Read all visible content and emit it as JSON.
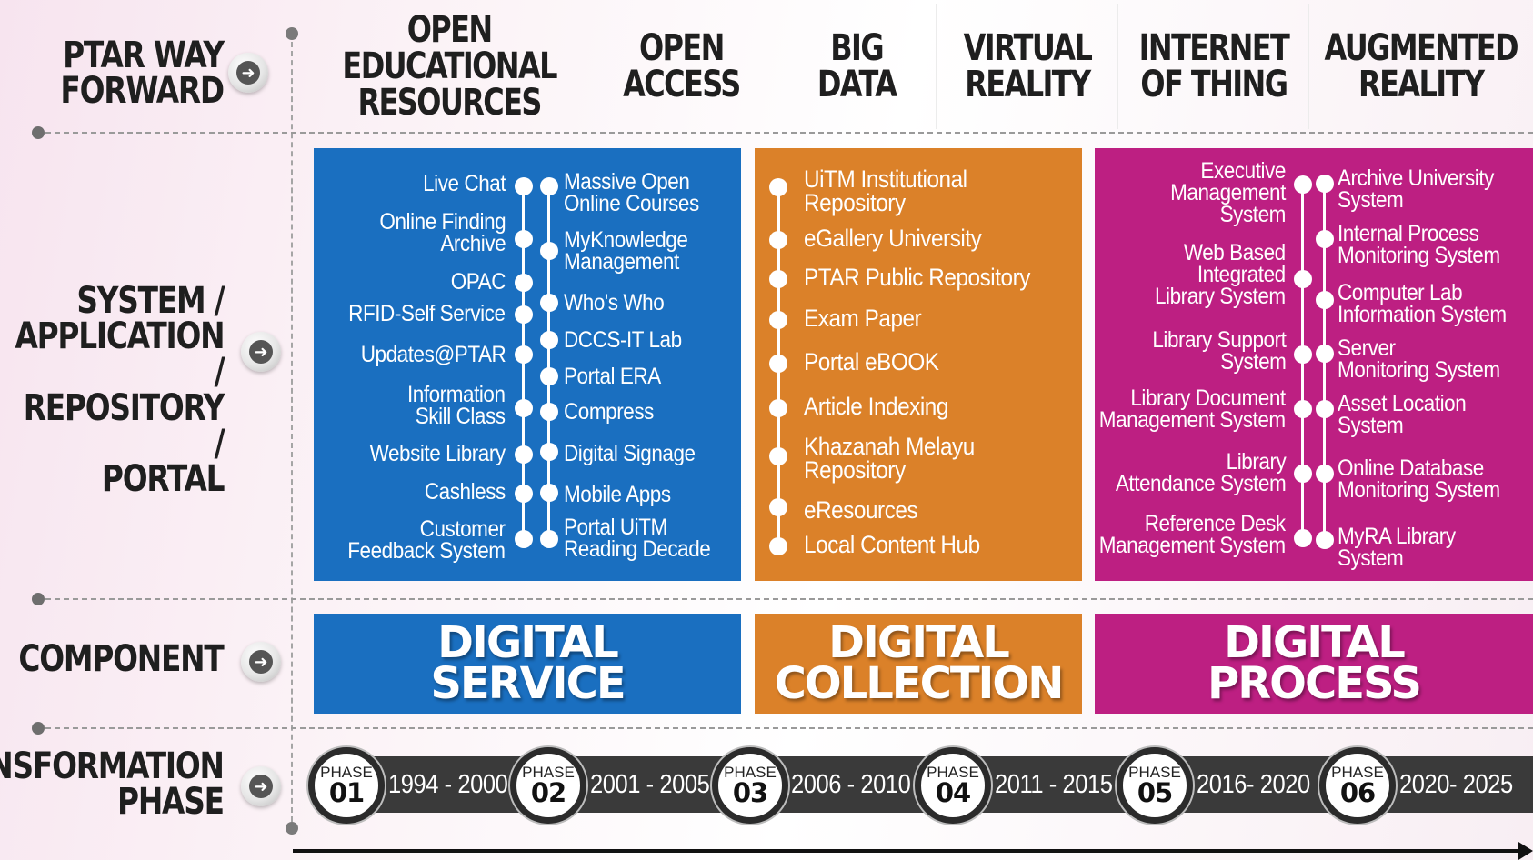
{
  "row_labels": {
    "way_forward": "PTAR WAY\nFORWARD",
    "system": "SYSTEM /\nAPPLICATION /\nREPOSITORY /\nPORTAL",
    "component": "COMPONENT",
    "transformation": "TRANSFORMATION\nPHASE"
  },
  "headers": [
    "OPEN\nEDUCATIONAL\nRESOURCES",
    "OPEN\nACCESS",
    "BIG\nDATA",
    "VIRTUAL\nREALITY",
    "INTERNET\nOF THING",
    "AUGMENTED\nREALITY"
  ],
  "digital_service": {
    "left": [
      "Live Chat",
      "Online Finding\nArchive",
      "OPAC",
      "RFID-Self Service",
      "Updates@PTAR",
      "Information\nSkill Class",
      "Website Library",
      "Cashless",
      "Customer\nFeedback System"
    ],
    "right": [
      "Massive Open\nOnline Courses",
      "MyKnowledge\nManagement",
      "Who's Who",
      "DCCS-IT Lab",
      "Portal ERA",
      "Compress",
      "Digital Signage",
      "Mobile Apps",
      "Portal UiTM\nReading Decade"
    ]
  },
  "digital_collection": {
    "items": [
      "UiTM Institutional\nRepository",
      "eGallery University",
      "PTAR Public Repository",
      "Exam Paper",
      "Portal eBOOK",
      "Article Indexing",
      "Khazanah Melayu\nRepository",
      "eResources",
      "Local Content Hub"
    ]
  },
  "digital_process": {
    "left": [
      "Executive\nManagement\nSystem",
      "Web Based\nIntegrated\nLibrary System",
      "Library Support\nSystem",
      "Library Document\nManagement System",
      "Library\nAttendance System",
      "Reference Desk\nManagement System"
    ],
    "right": [
      "Archive University\nSystem",
      "Internal Process\nMonitoring System",
      "Computer Lab\nInformation System",
      "Server\nMonitoring System",
      "Asset Location\nSystem",
      "Online Database\nMonitoring System",
      "MyRA Library\nSystem"
    ]
  },
  "components": [
    "DIGITAL\nSERVICE",
    "DIGITAL\nCOLLECTION",
    "DIGITAL\nPROCESS"
  ],
  "phases": [
    {
      "label": "PHASE",
      "number": "01",
      "years": "1994 - 2000"
    },
    {
      "label": "PHASE",
      "number": "02",
      "years": "2001 - 2005"
    },
    {
      "label": "PHASE",
      "number": "03",
      "years": "2006 - 2010"
    },
    {
      "label": "PHASE",
      "number": "04",
      "years": "2011 - 2015"
    },
    {
      "label": "PHASE",
      "number": "05",
      "years": "2016- 2020"
    },
    {
      "label": "PHASE",
      "number": "06",
      "years": "2020- 2025"
    }
  ],
  "colors": {
    "service": "#1a6fc0",
    "collection": "#db8129",
    "process": "#bd1f82",
    "timeline": "#3a3a3a"
  }
}
